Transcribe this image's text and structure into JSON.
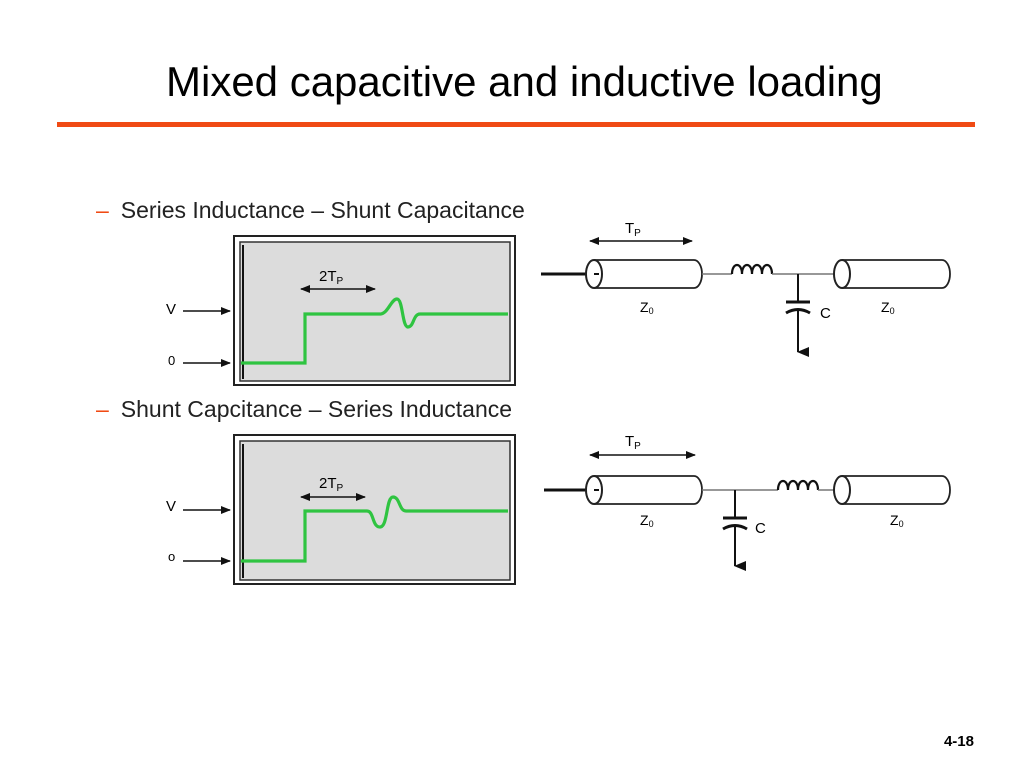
{
  "slide": {
    "title": "Mixed capacitive and inductive loading",
    "accent_color": "#f04a14",
    "page_number": "4-18"
  },
  "sections": [
    {
      "heading": "Series Inductance – Shunt Capacitance",
      "scope": {
        "interval_label": "2T",
        "interval_sub": "P",
        "v_label": "V",
        "zero_label": "0",
        "trace_color": "#2fc441",
        "screen_color": "#dcdcdc"
      },
      "circuit": {
        "delay_label": "T",
        "delay_sub": "P",
        "z1_label": "Z",
        "z1_sub": "0",
        "z2_label": "Z",
        "z2_sub": "0",
        "cap_label": "C",
        "order": "line-inductor-capacitor-line"
      }
    },
    {
      "heading": "Shunt Capcitance – Series Inductance",
      "scope": {
        "interval_label": "2T",
        "interval_sub": "P",
        "v_label": "V",
        "zero_label": "o",
        "trace_color": "#2fc441",
        "screen_color": "#dcdcdc"
      },
      "circuit": {
        "delay_label": "T",
        "delay_sub": "P",
        "z1_label": "Z",
        "z1_sub": "0",
        "z2_label": "Z",
        "z2_sub": "0",
        "cap_label": "C",
        "order": "line-capacitor-inductor-line"
      }
    }
  ]
}
